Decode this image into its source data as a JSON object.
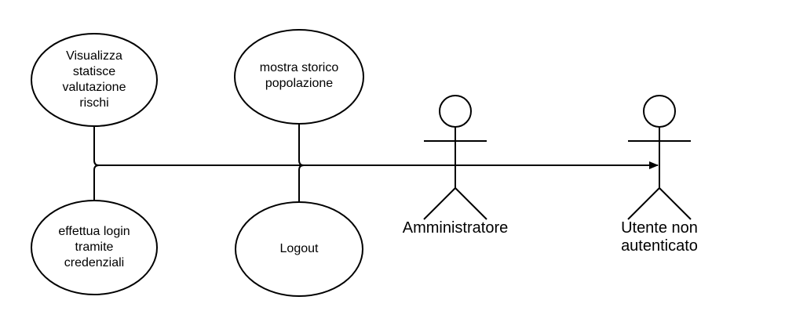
{
  "diagram": {
    "type": "use-case",
    "colors": {
      "stroke": "#000000",
      "background": "#ffffff",
      "fill": "#ffffff"
    },
    "use_cases": [
      {
        "id": "visualizza",
        "label": "Visualizza\nstatisce\nvalutazione\nrischi"
      },
      {
        "id": "storico",
        "label": "mostra storico\npopolazione"
      },
      {
        "id": "login",
        "label": "effettua login\ntramite\ncredenziali"
      },
      {
        "id": "logout",
        "label": "Logout"
      }
    ],
    "actors": [
      {
        "id": "admin",
        "label": "Amministratore"
      },
      {
        "id": "guest",
        "label": "Utente non\nautenticato"
      }
    ],
    "relationships": [
      {
        "from": "admin",
        "to": "guest",
        "kind": "generalization-arrow"
      },
      {
        "from": "visualizza",
        "to": "admin",
        "kind": "association"
      },
      {
        "from": "storico",
        "to": "admin",
        "kind": "association"
      },
      {
        "from": "login",
        "to": "admin",
        "kind": "association"
      },
      {
        "from": "logout",
        "to": "admin",
        "kind": "association"
      }
    ]
  }
}
